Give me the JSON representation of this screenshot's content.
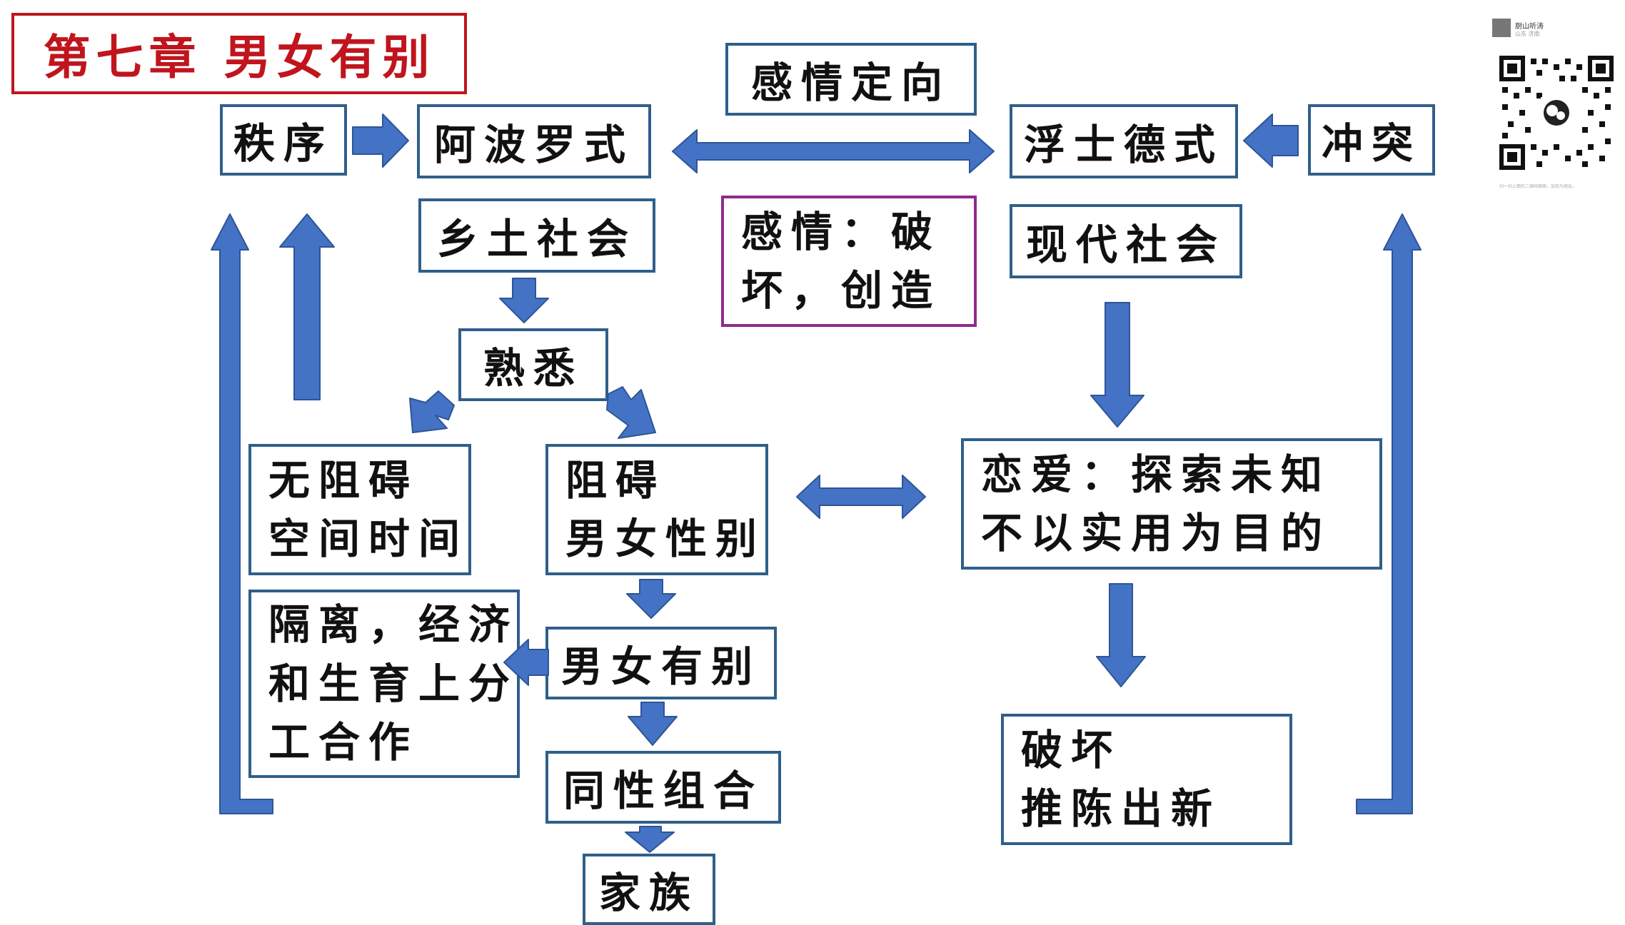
{
  "title": "第七章  男女有别",
  "nodes": {
    "zhixu": "秩序",
    "apollo": "阿波罗式",
    "ganqing_dingxiang": "感情定向",
    "faust": "浮士德式",
    "chongtu": "冲突",
    "xiangtu": "乡土社会",
    "ganqing_pohuai": [
      "感情：破",
      "坏，创造"
    ],
    "xiandai": "现代社会",
    "shuxi": "熟悉",
    "wuzuai": [
      "无阻碍",
      "空间时间"
    ],
    "zuai": [
      "阻碍",
      "男女性别"
    ],
    "lianai": [
      "恋爱：探索未知",
      "不以实用为目的"
    ],
    "geli": [
      "隔离，经济",
      "和生育上分",
      "工合作"
    ],
    "nannv": "男女有别",
    "tongxing": "同性组合",
    "jiazu": "家族",
    "pohuai": [
      "破坏",
      "推陈出新"
    ]
  },
  "colors": {
    "box_border": "#2f5f8a",
    "arrow": "#4472c4",
    "arrow_outline": "#2e5597",
    "title": "#c0151d",
    "purple_box": "#8e2a8e"
  },
  "qr": {
    "name": "厨山听涛",
    "location": "山东 济南",
    "caption": "扫一扫上面的二维码图案，加我为朋友。"
  }
}
